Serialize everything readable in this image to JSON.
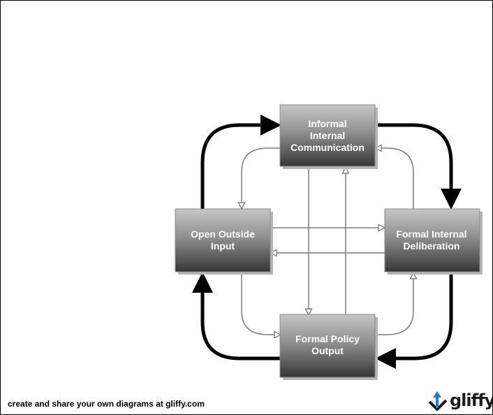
{
  "nodes": {
    "informal": {
      "lines": [
        "Informal",
        "Internal",
        "Communication"
      ]
    },
    "outside": {
      "lines": [
        "Open Outside",
        "Input"
      ]
    },
    "deliberation": {
      "lines": [
        "Formal Internal",
        "Deliberation"
      ]
    },
    "policy": {
      "lines": [
        "Formal Policy",
        "Output"
      ]
    }
  },
  "footer": {
    "text": "create and share your own diagrams at gliffy.com",
    "logo_text": "gliffy",
    "logo_icon": "gliffy-logo-icon"
  },
  "colors": {
    "box_top": "#c4c4c4",
    "box_bottom": "#3a3a3a",
    "cycle_arrow": "#000000",
    "link_arrow": "#7a7a7a",
    "text": "#ffffff"
  }
}
